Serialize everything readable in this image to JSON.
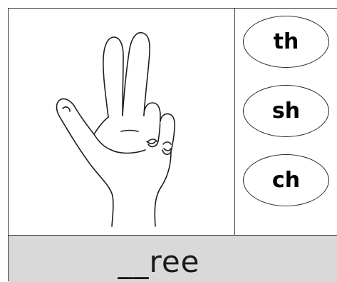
{
  "choices": [
    {
      "label": "th"
    },
    {
      "label": "sh"
    },
    {
      "label": "ch"
    }
  ],
  "answer": {
    "word": "__ree"
  },
  "picture": {
    "icon": "two-finger-hand-sign-icon"
  }
}
